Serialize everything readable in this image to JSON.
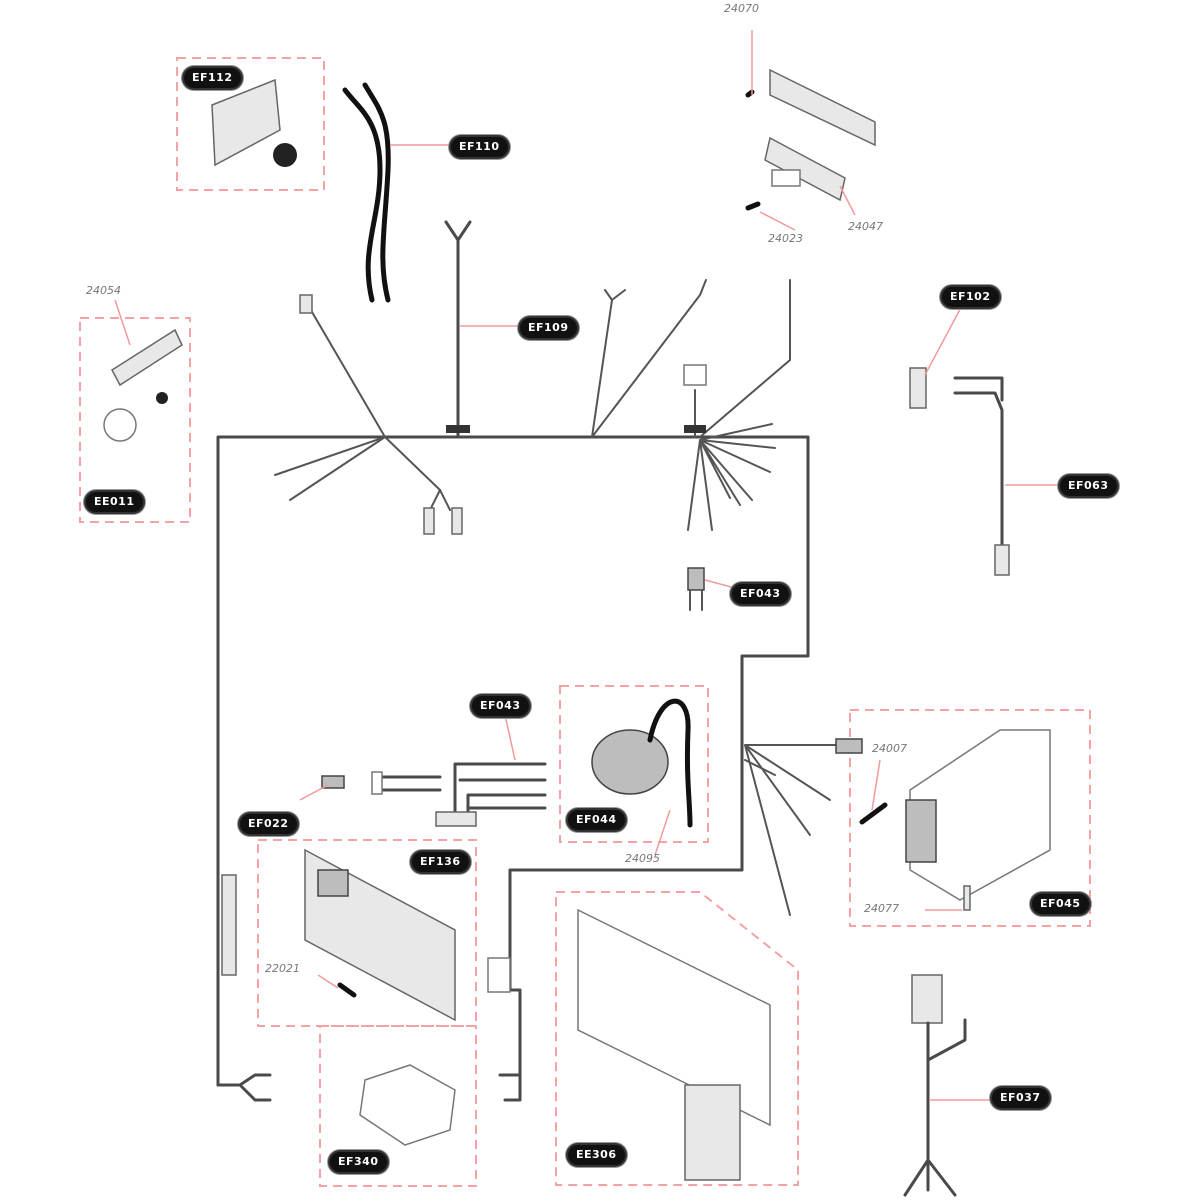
{
  "diagram": {
    "type": "wiring harness exploded parts diagram",
    "callouts": [
      {
        "id": "c1",
        "label": "EF112"
      },
      {
        "id": "c2",
        "label": "EF110"
      },
      {
        "id": "c3",
        "label": "EF109"
      },
      {
        "id": "c4",
        "label": "EF102"
      },
      {
        "id": "c5",
        "label": "EF063"
      },
      {
        "id": "c6",
        "label": "EE011"
      },
      {
        "id": "c7",
        "label": "EF043"
      },
      {
        "id": "c8",
        "label": "EF043"
      },
      {
        "id": "c9",
        "label": "EF022"
      },
      {
        "id": "c10",
        "label": "EF044"
      },
      {
        "id": "c11",
        "label": "EF136"
      },
      {
        "id": "c12",
        "label": "EF045"
      },
      {
        "id": "c13",
        "label": "EF340"
      },
      {
        "id": "c14",
        "label": "EE306"
      },
      {
        "id": "c15",
        "label": "EF037"
      }
    ],
    "references": [
      {
        "id": "r1",
        "label": "24070"
      },
      {
        "id": "r2",
        "label": "24023"
      },
      {
        "id": "r3",
        "label": "24047"
      },
      {
        "id": "r4",
        "label": "24054"
      },
      {
        "id": "r5",
        "label": "24095"
      },
      {
        "id": "r6",
        "label": "24007"
      },
      {
        "id": "r7",
        "label": "24077"
      },
      {
        "id": "r8",
        "label": "22021"
      }
    ]
  }
}
